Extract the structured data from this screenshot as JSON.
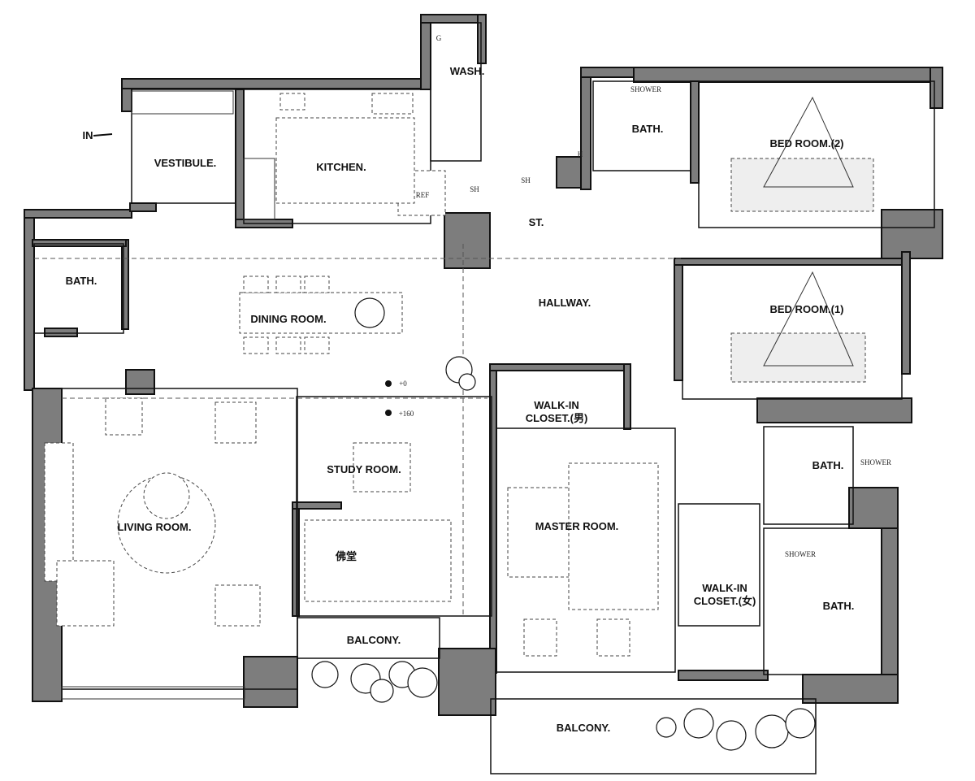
{
  "plan": {
    "entry_label": "IN",
    "rooms": {
      "vestibule": "VESTIBULE.",
      "kitchen": "KITCHEN.",
      "wash": "WASH.",
      "bath_top": "BATH.",
      "bed2": "BED ROOM.(2)",
      "storage": "ST.",
      "bath_left": "BATH.",
      "dining": "DINING ROOM.",
      "hallway": "HALLWAY.",
      "bed1": "BED ROOM.(1)",
      "closet_m_1": "WALK-IN",
      "closet_m_2": "CLOSET.(男)",
      "living": "LIVING ROOM.",
      "study": "STUDY ROOM.",
      "shrine": "佛堂",
      "master": "MASTER ROOM.",
      "bath_right1": "BATH.",
      "closet_f_1": "WALK-IN",
      "closet_f_2": "CLOSET.(女)",
      "bath_right2": "BATH.",
      "balcony1": "BALCONY.",
      "balcony2": "BALCONY."
    },
    "fixtures": {
      "ref": "REF",
      "sh1": "SH",
      "sh2": "SH",
      "shower1": "SHOWER",
      "shower2": "SHOWER",
      "shower3": "SHOWER",
      "g": "G",
      "h": "H"
    },
    "levels": {
      "level1": "+0",
      "level2": "+160"
    }
  }
}
